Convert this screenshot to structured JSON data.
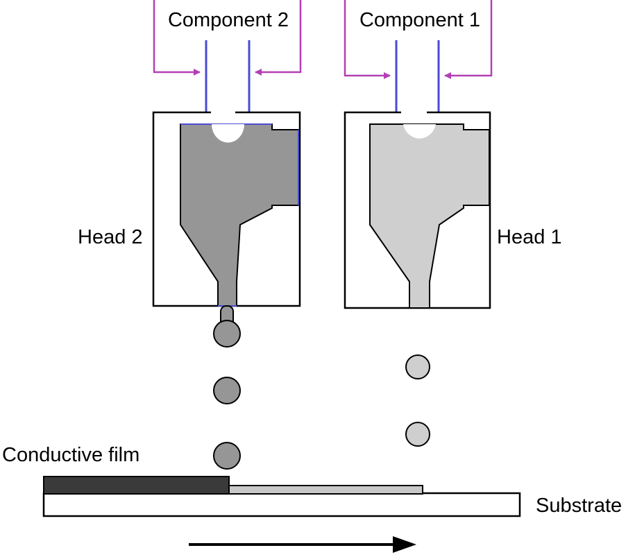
{
  "labels": {
    "component_2": "Component 2",
    "component_1": "Component 1",
    "head_2": "Head 2",
    "head_1": "Head 1",
    "conductive_film": "Conductive film",
    "substrate": "Substrate"
  },
  "colors": {
    "fluid_head_2": "#969696",
    "fluid_head_1": "#cfcfcf",
    "film_dark": "#3a3a3a",
    "film_light": "#c8c8c8",
    "feed_line": "#4a4ad6",
    "bracket": "#b43fb4",
    "outline": "#000000"
  },
  "icons": {
    "motion": "arrow-right-icon"
  }
}
